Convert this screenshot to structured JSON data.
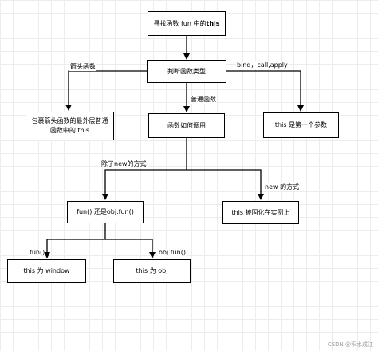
{
  "nodes": {
    "root": {
      "prefix": "寻找函数 fun 中的 ",
      "bold": "this"
    },
    "judge_type": "判断函数类型",
    "arrow_fn": "包裹箭头函数的最外层普通函数中的 this",
    "how_called": "函数如何调用",
    "bind_first": "this 是第一个参数",
    "fun_or_objfun": "fun() 还是obj.fun()",
    "new_bound": "this 被固化在实例上",
    "this_window": "this 为 window",
    "this_obj": "this 为 obj"
  },
  "edge_labels": {
    "arrow_fn": "箭头函数",
    "normal_fn": "普通函数",
    "bind_call_apply": "bind，call,apply",
    "except_new": "除了new的方式",
    "new_way": "new 的方式",
    "fun_call": "fun()",
    "obj_call": "obj.fun()"
  },
  "watermark": "CSDN @积水成江"
}
